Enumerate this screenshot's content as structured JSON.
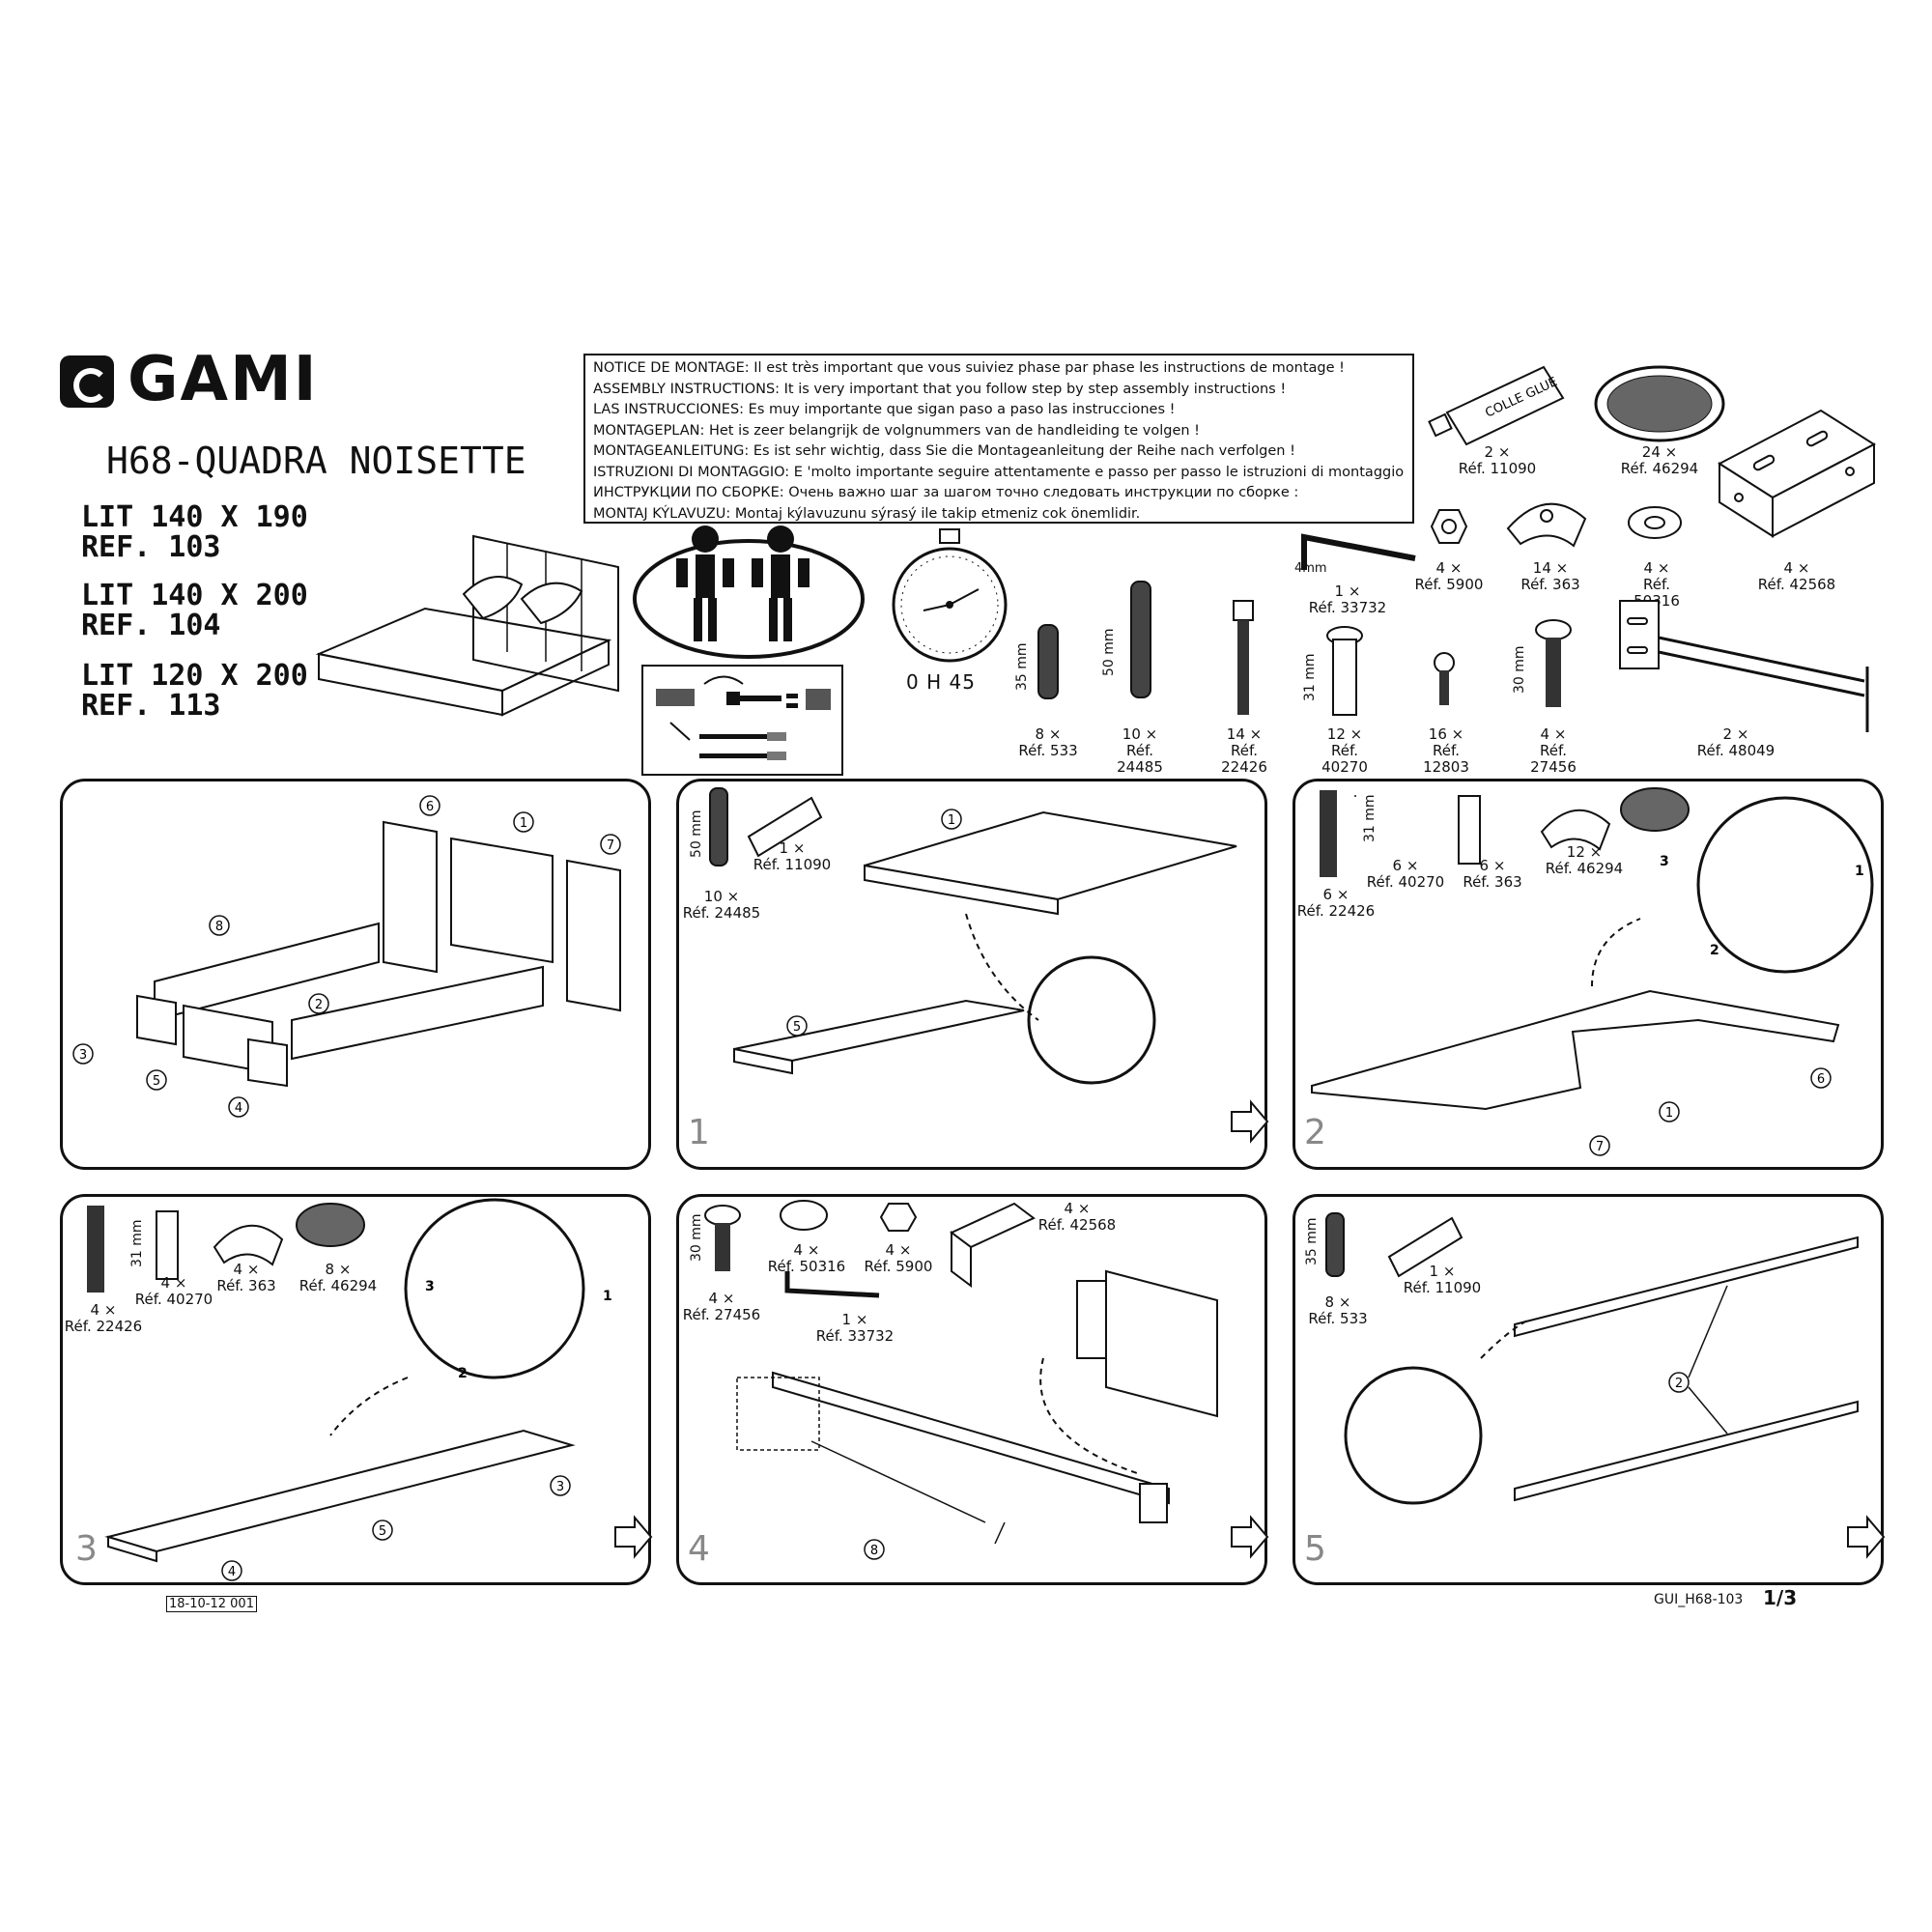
{
  "brand": {
    "logo_text": "GAMI"
  },
  "product_title": "H68-QUADRA NOISETTE",
  "variants": [
    {
      "size": "LIT 140 X 190",
      "ref": "REF. 103"
    },
    {
      "size": "LIT 140 X 200",
      "ref": "REF. 104"
    },
    {
      "size": "LIT 120 X 200",
      "ref": "REF. 113"
    }
  ],
  "notice_lines": [
    "NOTICE DE MONTAGE: Il est très important que vous suiviez phase par phase les instructions de montage !",
    "ASSEMBLY INSTRUCTIONS: It is very important that you follow step by step assembly instructions !",
    "LAS INSTRUCCIONES: Es muy importante que sigan paso a paso las instrucciones !",
    "MONTAGEPLAN: Het is zeer belangrijk de volgnummers van de handleiding te volgen !",
    "MONTAGEANLEITUNG: Es ist sehr wichtig, dass Sie die Montageanleitung der Reihe nach verfolgen !",
    "ISTRUZIONI DI MONTAGGIO: E 'molto importante seguire attentamente e passo per passo le istruzioni di montaggio!",
    "ИНСТРУКЦИИ ПО СБОРКЕ: Очень важно шаг за шагом точно следовать инструкции по сборке :",
    "MONTAJ KÝLAVUZU: Montaj kýlavuzunu sýrasý ile takip etmeniz cok önemlidir."
  ],
  "assembly_time": "0 H 45",
  "glue_label": "COLLE GLUE",
  "hardware_top": [
    {
      "qty": "2 ×",
      "ref": "Réf. 11090"
    },
    {
      "qty": "24 ×",
      "ref": "Réf. 46294"
    },
    {
      "qty": "1 ×",
      "ref": "Réf. 33732",
      "dim": "4mm"
    },
    {
      "qty": "4 ×",
      "ref": "Réf. 5900"
    },
    {
      "qty": "14 ×",
      "ref": "Réf. 363"
    },
    {
      "qty": "4 ×",
      "ref": "Réf. 50316"
    },
    {
      "qty": "4 ×",
      "ref": "Réf. 42568"
    }
  ],
  "hardware_row": [
    {
      "qty": "8 ×",
      "ref": "Réf. 533",
      "dim": "35 mm"
    },
    {
      "qty": "10 ×",
      "ref": "Réf. 24485",
      "dim": "50 mm"
    },
    {
      "qty": "14 ×",
      "ref": "Réf. 22426"
    },
    {
      "qty": "12 ×",
      "ref": "Réf. 40270",
      "dim": "31 mm"
    },
    {
      "qty": "16 ×",
      "ref": "Réf. 12803"
    },
    {
      "qty": "4 ×",
      "ref": "Réf. 27456",
      "dim": "30 mm"
    },
    {
      "qty": "2 ×",
      "ref": "Réf. 48049"
    }
  ],
  "steps": {
    "step1": {
      "num": "1",
      "parts": [
        {
          "qty": "10 ×",
          "ref": "Réf. 24485",
          "dim": "50 mm"
        },
        {
          "qty": "1 ×",
          "ref": "Réf. 11090"
        }
      ]
    },
    "step2": {
      "num": "2",
      "parts": [
        {
          "qty": "6 ×",
          "ref": "Réf. 22426"
        },
        {
          "qty": "6 ×",
          "ref": "Réf. 40270",
          "dim": "31 mm"
        },
        {
          "qty": "6 ×",
          "ref": "Réf. 363"
        },
        {
          "qty": "12 ×",
          "ref": "Réf. 46294"
        }
      ]
    },
    "step3": {
      "num": "3",
      "parts": [
        {
          "qty": "4 ×",
          "ref": "Réf. 22426"
        },
        {
          "qty": "4 ×",
          "ref": "Réf. 40270",
          "dim": "31 mm"
        },
        {
          "qty": "4 ×",
          "ref": "Réf. 363"
        },
        {
          "qty": "8 ×",
          "ref": "Réf. 46294"
        }
      ]
    },
    "step4": {
      "num": "4",
      "parts": [
        {
          "qty": "4 ×",
          "ref": "Réf. 27456",
          "dim": "30 mm"
        },
        {
          "qty": "4 ×",
          "ref": "Réf. 50316"
        },
        {
          "qty": "4 ×",
          "ref": "Réf. 5900"
        },
        {
          "qty": "4 ×",
          "ref": "Réf. 42568"
        },
        {
          "qty": "1 ×",
          "ref": "Réf. 33732"
        }
      ]
    },
    "step5": {
      "num": "5",
      "parts": [
        {
          "qty": "8 ×",
          "ref": "Réf. 533",
          "dim": "35 mm"
        },
        {
          "qty": "1 ×",
          "ref": "Réf. 11090"
        }
      ]
    }
  },
  "callouts": {
    "overview": [
      "6",
      "1",
      "7",
      "8",
      "2",
      "3",
      "5",
      "4"
    ],
    "step1": [
      "1",
      "5"
    ],
    "step2": [
      "1",
      "7",
      "6"
    ],
    "step2_zoom": [
      "3",
      "1",
      "2"
    ],
    "step3": [
      "3",
      "5",
      "4"
    ],
    "step3_zoom": [
      "3",
      "1",
      "2"
    ],
    "step4": [
      "8"
    ],
    "step5": [
      "2"
    ]
  },
  "footer": {
    "date_code": "18-10-12",
    "rev": "001",
    "doc_code": "GUI_H68-103",
    "page": "1/3"
  }
}
